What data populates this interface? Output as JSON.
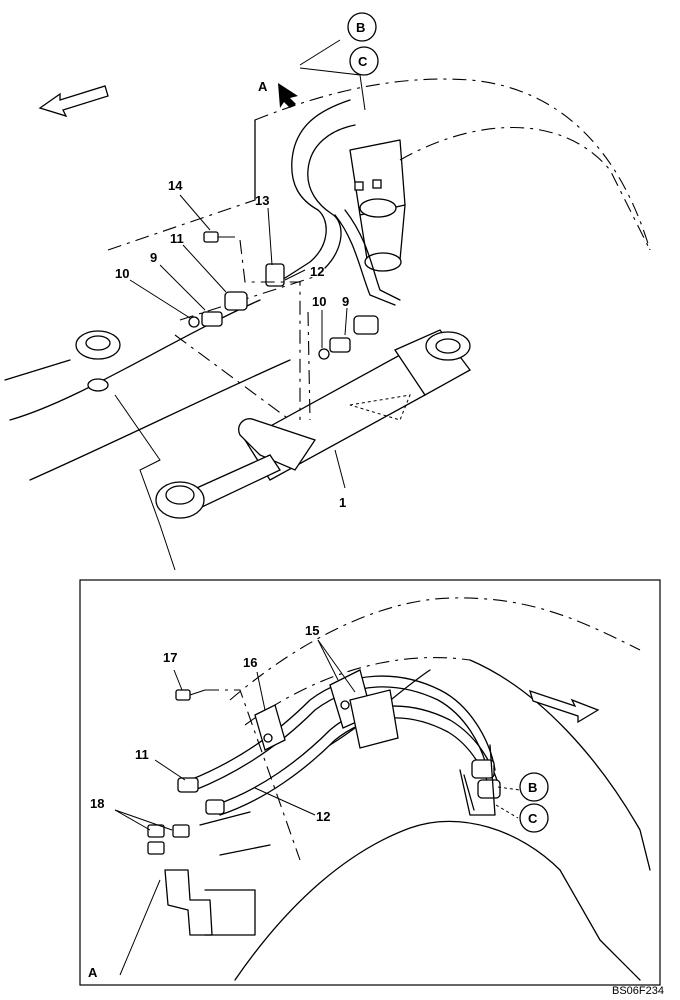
{
  "callouts": {
    "top": [
      {
        "id": "c1",
        "label": "1"
      },
      {
        "id": "c9a",
        "label": "9"
      },
      {
        "id": "c9b",
        "label": "9"
      },
      {
        "id": "c10a",
        "label": "10"
      },
      {
        "id": "c10b",
        "label": "10"
      },
      {
        "id": "c11",
        "label": "11"
      },
      {
        "id": "c12",
        "label": "12"
      },
      {
        "id": "c13",
        "label": "13"
      },
      {
        "id": "c14",
        "label": "14"
      }
    ],
    "detail": [
      {
        "id": "d11",
        "label": "11"
      },
      {
        "id": "d12",
        "label": "12"
      },
      {
        "id": "d15",
        "label": "15"
      },
      {
        "id": "d16",
        "label": "16"
      },
      {
        "id": "d17",
        "label": "17"
      },
      {
        "id": "d18",
        "label": "18"
      }
    ]
  },
  "connectors": {
    "top_b": "B",
    "top_c": "C",
    "detail_b": "B",
    "detail_c": "C"
  },
  "view_marker": {
    "arrow_label": "A",
    "detail_label": "A"
  },
  "figure_code": "BS06F234"
}
